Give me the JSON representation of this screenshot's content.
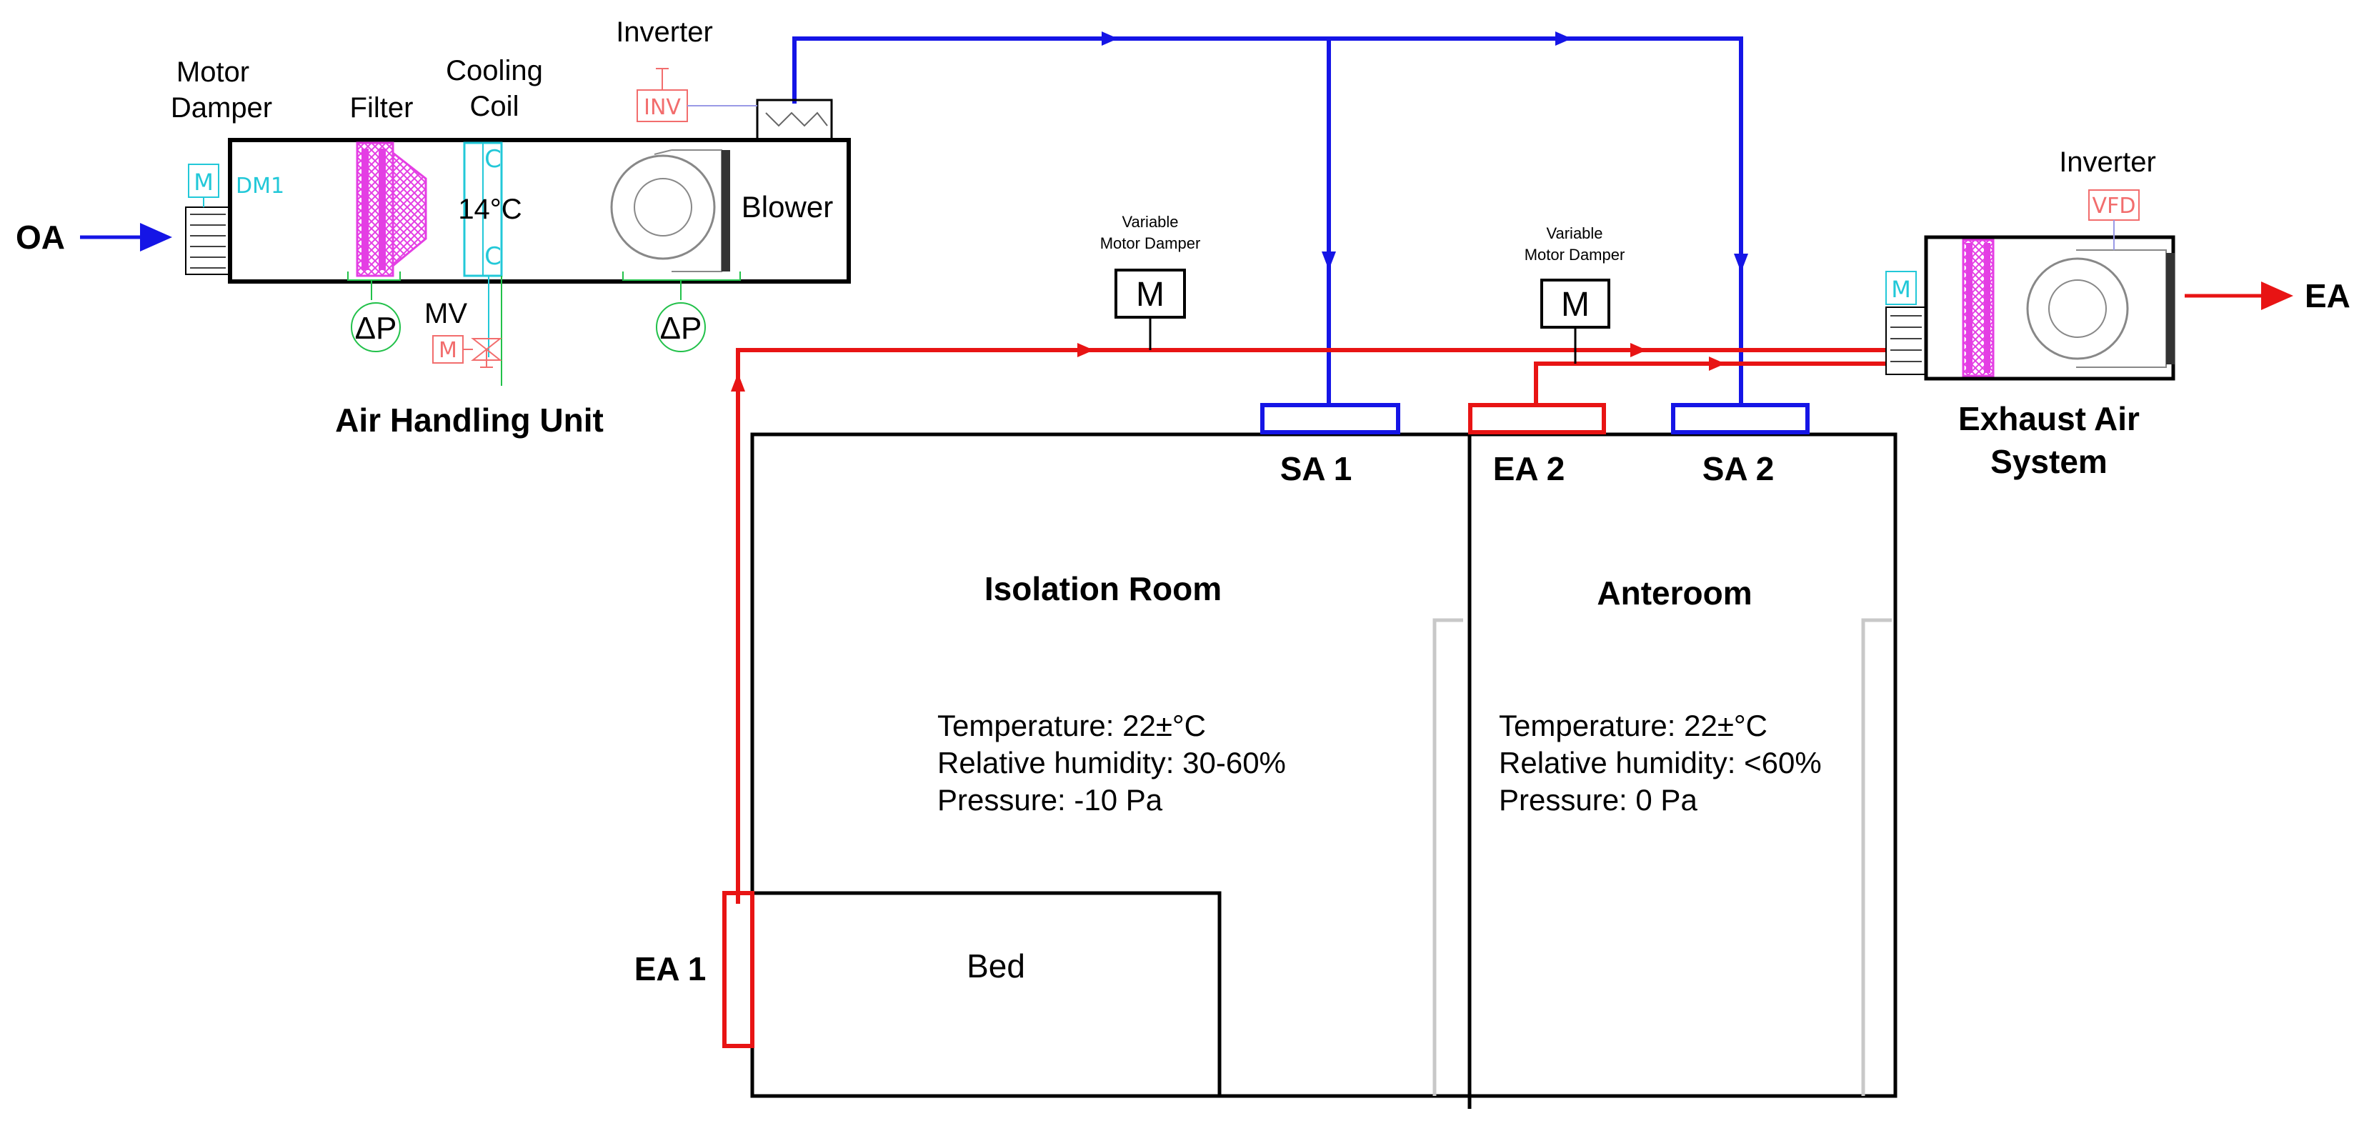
{
  "colors": {
    "supply": "#1515e6",
    "exhaust": "#e81414",
    "filter": "#e43ee4",
    "coil": "#22c8d8",
    "sensor": "#22c14a",
    "device": "#f26d6d",
    "wall": "#000000",
    "glass": "#c8c8c8"
  },
  "icons": {
    "motor": "motor-symbol",
    "pressure": "differential-pressure-sensor",
    "valve": "motor-valve",
    "fan": "centrifugal-fan"
  },
  "ahu": {
    "title": "Air Handling Unit",
    "motor_damper_line1": "Motor",
    "motor_damper_line2": "Damper",
    "filter": "Filter",
    "cooling_coil_line1": "Cooling",
    "cooling_coil_line2": "Coil",
    "inverter": "Inverter",
    "inv_tag": "INV",
    "dm_tag": "DM1",
    "coil_temp": "14°C",
    "blower": "Blower",
    "mv": "MV",
    "dp1": "ΔP",
    "dp2": "ΔP",
    "m_small": "M",
    "m_valve": "M",
    "coil_c1": "C",
    "coil_c2": "C"
  },
  "oa_label": "OA",
  "ea_label": "EA",
  "damper1": {
    "line1": "Variable",
    "line2": "Motor Damper",
    "symbol": "M"
  },
  "damper2": {
    "line1": "Variable",
    "line2": "Motor Damper",
    "symbol": "M"
  },
  "exhaust": {
    "title_line1": "Exhaust Air",
    "title_line2": "System",
    "inverter": "Inverter",
    "vfd_tag": "VFD",
    "m_small": "M"
  },
  "terminals": {
    "sa1": "SA 1",
    "ea2": "EA 2",
    "sa2": "SA 2",
    "ea1": "EA 1"
  },
  "isolation_room": {
    "title": "Isolation Room",
    "temperature": "Temperature: 22±°C",
    "humidity": "Relative humidity: 30-60%",
    "pressure": "Pressure: -10 Pa",
    "bed": "Bed"
  },
  "anteroom": {
    "title": "Anteroom",
    "temperature": "Temperature: 22±°C",
    "humidity": "Relative humidity: <60%",
    "pressure": "Pressure: 0 Pa"
  }
}
